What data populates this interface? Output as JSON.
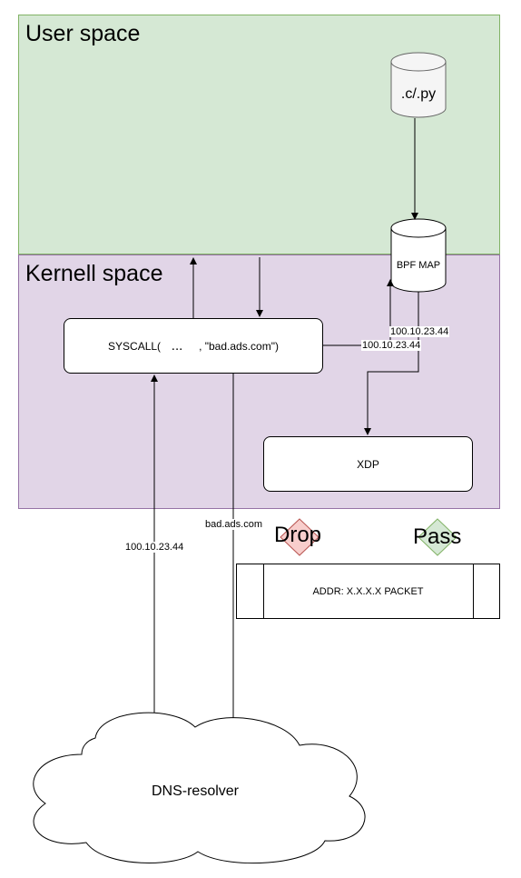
{
  "zones": {
    "user": {
      "title": "User space",
      "fill": "#d5e8d4",
      "stroke": "#82b366"
    },
    "kernel": {
      "title": "Kernell space",
      "fill": "#e1d5e7",
      "stroke": "#9673a6"
    }
  },
  "nodes": {
    "script": {
      "label": ".c/.py"
    },
    "bpf_map": {
      "label": "BPF MAP"
    },
    "syscall": {
      "label_prefix": "SYSCALL(",
      "ellipsis": "...",
      "label_suffix": ", \"bad.ads.com\")"
    },
    "xdp": {
      "label": "XDP"
    },
    "dns": {
      "label": "DNS-resolver"
    },
    "packet": {
      "label": "ADDR: X.X.X.X PACKET"
    }
  },
  "decisions": {
    "drop": {
      "label": "Drop",
      "fill": "#f8cecc",
      "stroke": "#b85450"
    },
    "pass": {
      "label": "Pass",
      "fill": "#d5e8d4",
      "stroke": "#82b366"
    }
  },
  "edge_labels": {
    "map_in": "100.10.23.44",
    "syscall_to_map": "100.10.23.44",
    "dns_reply": "100.10.23.44",
    "query": "bad.ads.com"
  }
}
